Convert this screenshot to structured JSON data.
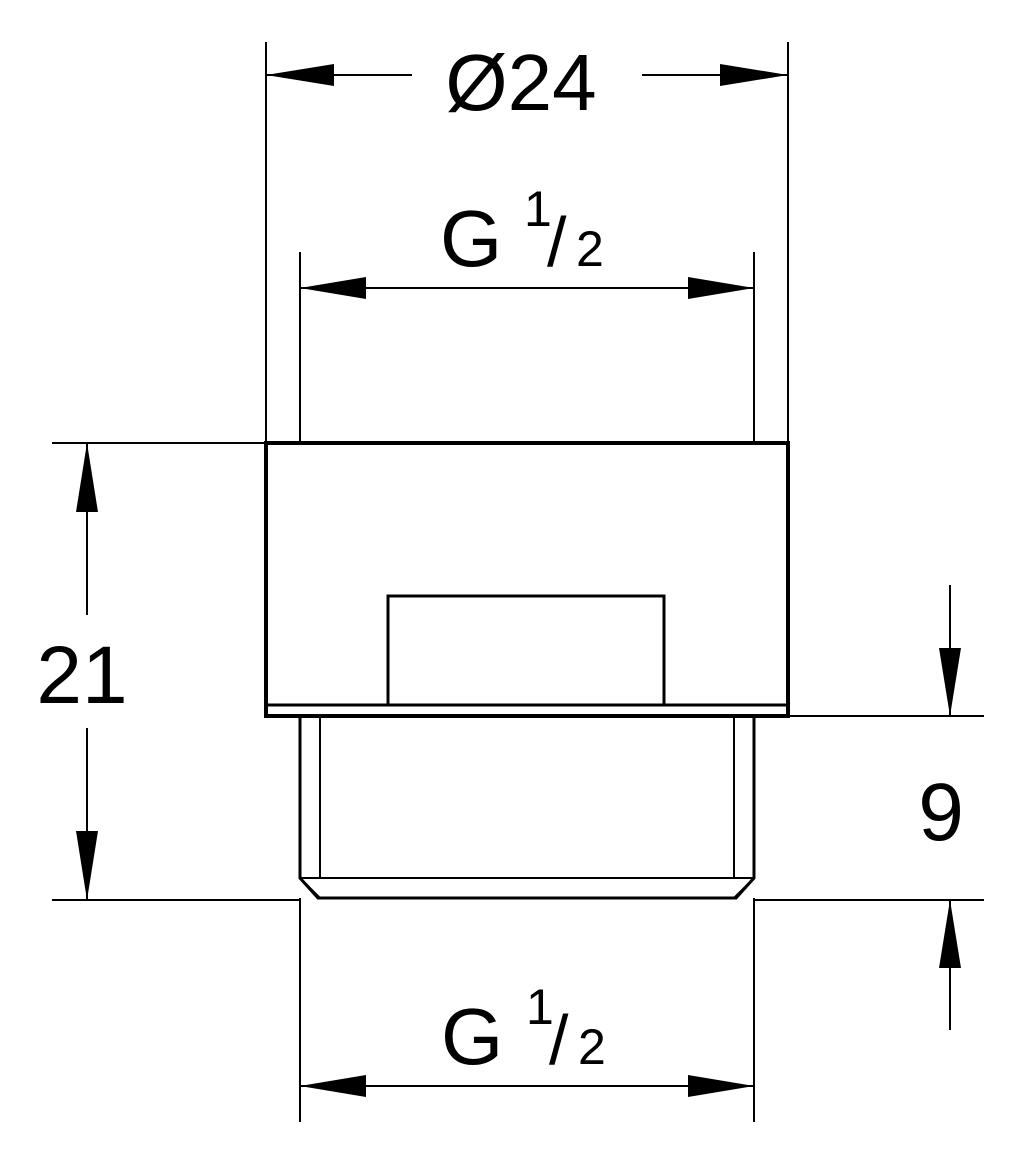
{
  "drawing": {
    "line_color": "#000000",
    "background_color": "#ffffff"
  },
  "dimensions": {
    "outer_diameter": {
      "label": "Ø24"
    },
    "top_thread": {
      "main": "G",
      "numerator": "1",
      "slash": "/",
      "denominator": "2"
    },
    "bottom_thread": {
      "main": "G",
      "numerator": "1",
      "slash": "/",
      "denominator": "2"
    },
    "total_height": {
      "label": "21"
    },
    "thread_length": {
      "label": "9"
    }
  }
}
